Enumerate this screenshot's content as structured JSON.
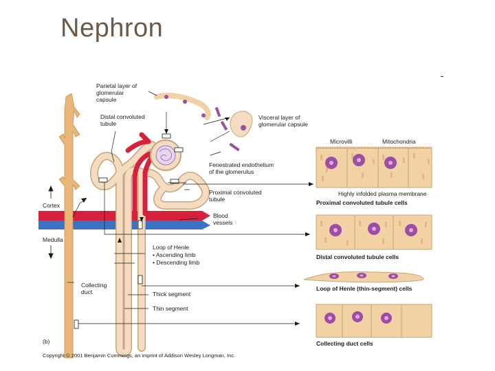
{
  "slide": {
    "title": "Nephron"
  },
  "figure": {
    "panel_label": "(b)",
    "copyright": "Copyright © 2001 Benjamin Cummings, an imprint of Addison Wesley Longman, Inc.",
    "regions": {
      "cortex": "Cortex",
      "medulla": "Medulla"
    },
    "labels": {
      "parietal": [
        "Parietal layer of",
        "glomerular",
        "capsule"
      ],
      "distal": [
        "Distal convoluted",
        "tubule"
      ],
      "visceral": [
        "Visceral layer of",
        "glomerular capsule"
      ],
      "fenestrated": [
        "Fenestrated endothelium",
        "of the glomerulus"
      ],
      "proximal": [
        "Proximal convoluted",
        "tubule"
      ],
      "blood": [
        "Blood",
        "vessels"
      ],
      "loop": [
        "Loop of Henle",
        "• Ascending limb",
        "• Descending limb"
      ],
      "collecting": [
        "Collecting",
        "duct"
      ],
      "thick": "Thick segment",
      "thin": "Thin segment",
      "microvilli": "Microvilli",
      "mitochondria": "Mitochondria",
      "infolded": "Highly infolded plasma membrane"
    },
    "cell_captions": {
      "proximal": "Proximal convoluted tubule cells",
      "distal": "Distal convoluted tubule cells",
      "henle": "Loop of Henle (thin-segment) cells",
      "collecting": "Collecting duct cells"
    }
  },
  "colors": {
    "tubule": "#f4dcc0",
    "tubule_stroke": "#c9a27a",
    "duct": "#e8b677",
    "artery": "#d6213c",
    "vein": "#3b72c4",
    "cell": "#f2d2a4",
    "nucleus": "#9b4ea3",
    "nucleus_inner": "#e6a8dc"
  }
}
